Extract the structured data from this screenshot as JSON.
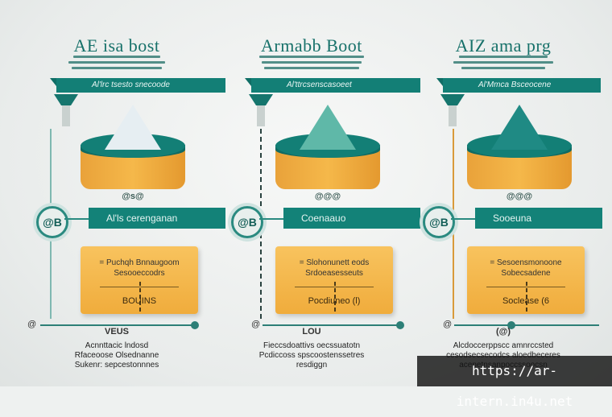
{
  "columns": [
    {
      "title": "AE isa bost",
      "banner": "Al'lrc tsesto snecoode",
      "cone_color": "#e6eef2",
      "cylinder_label": "@s@",
      "badge": "@B",
      "band": "Al'ls cerenganan",
      "card_line1": "= Puchqh Bnnaugoom",
      "card_line2": "Sesooeccodrs",
      "card_line3": "BOUINS",
      "axis_left": "@",
      "axis_mid": "VEUS",
      "desc_lines": [
        "Acnnttacic lndosd",
        "Rfaceoose Olsednanne",
        "Sukenr: sepcestonnnes"
      ]
    },
    {
      "title": "Armabb Boot",
      "banner": "Al'ttrcsenscasoeet",
      "cone_color": "#5fb8a8",
      "cylinder_label": "@@@",
      "badge": "@B",
      "band": "Coenaauo",
      "card_line1": "= Slohonunett eods",
      "card_line2": "Srdoeasesseuts",
      "card_line3": "Pocdiuneo (l)",
      "axis_left": "@",
      "axis_mid": "LOU",
      "desc_lines": [
        "Fieccsdoattivs oecssuatotn",
        "Pcdiccoss spscoostenssetres",
        "resdiggn"
      ]
    },
    {
      "title": "AIZ ama prg",
      "banner": "Al'Mmca Bsceocene",
      "cone_color": "#1f8a84",
      "cylinder_label": "@@@",
      "badge": "@B",
      "band": "Sooeuna",
      "card_line1": "= Sesoensmonoone",
      "card_line2": "Sobecsadene",
      "card_line3": "Soclease (6",
      "axis_left": "@",
      "axis_mid": "(@)",
      "desc_lines": [
        "Alcdoccerppscc amnrccsted",
        "cesodsecsecodcs aloedbeceres",
        "acenetnsanpoccssoocsn"
      ]
    }
  ],
  "watermark": "https://ar-intern.in4u.net"
}
